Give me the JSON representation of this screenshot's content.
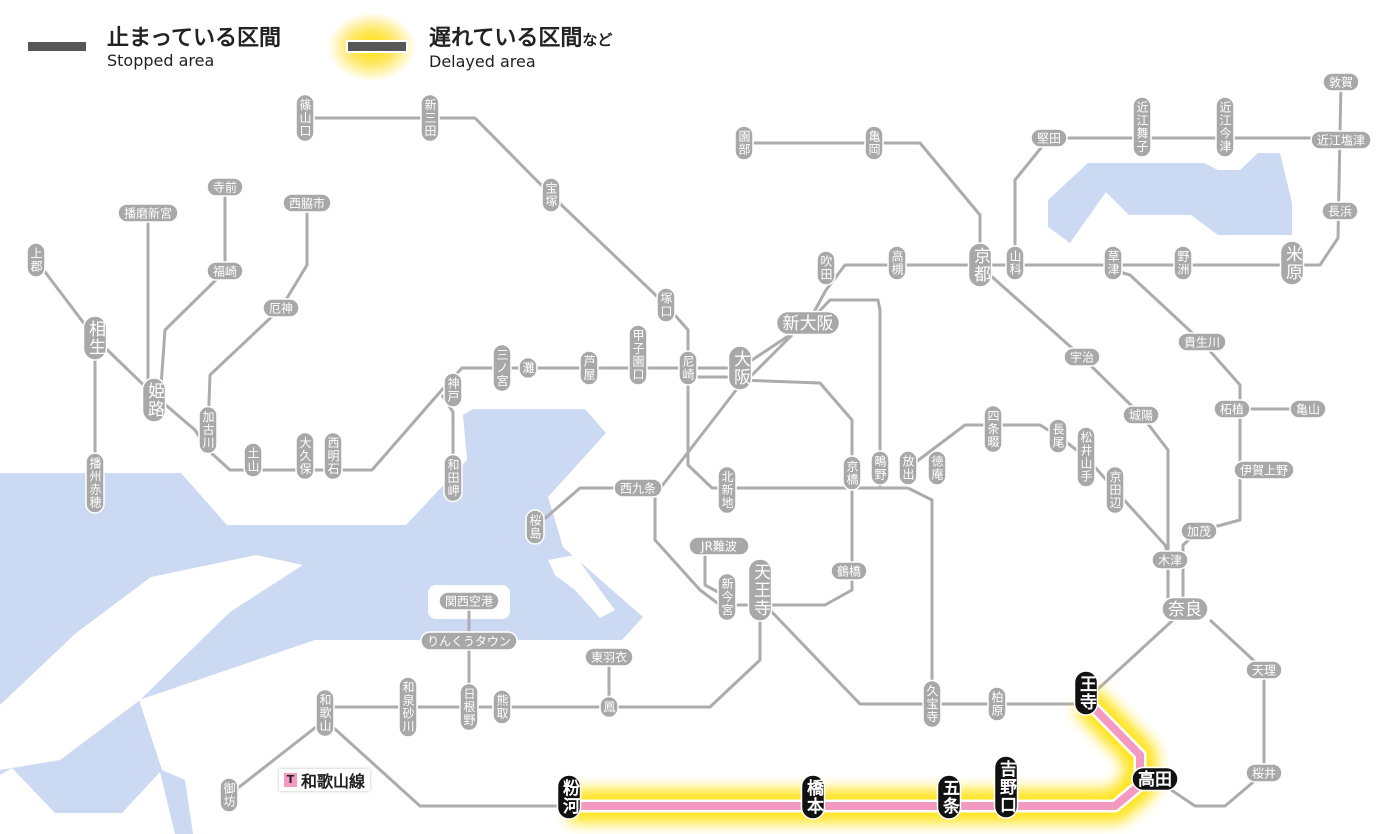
{
  "legend": {
    "stopped_jp": "止まっている区間",
    "stopped_en": "Stopped area",
    "delayed_jp": "遅れている区間",
    "delayed_suffix": "など",
    "delayed_en": "Delayed area"
  },
  "line_label": {
    "badge": "T",
    "name": "和歌山線"
  },
  "colors": {
    "track": "#aeaaae",
    "station": "#a8a8a8",
    "delayed_station": "#111111",
    "delayed_line": "#f49ac1",
    "glow": "#ffe000",
    "water": "#cbd9f2",
    "stopped": "#575757"
  },
  "stations": {
    "sasayamaguchi": "篠山口",
    "shinsanda": "新三田",
    "takarazuka": "宝塚",
    "tsukaguchi": "塚口",
    "amagasaki": "尼崎",
    "osaka": "大阪",
    "shinosaka": "新大阪",
    "suita": "吹田",
    "takatsuki": "高槻",
    "kyoto": "京都",
    "yamashina": "山科",
    "kusatsu": "草津",
    "yasu": "野洲",
    "maibara": "米原",
    "nagahama": "長浜",
    "omishiotsu": "近江塩津",
    "tsuruga": "敦賀",
    "omiimazu": "近江今津",
    "omimaiko": "近江舞子",
    "katata": "堅田",
    "sonobe": "園部",
    "kameoka": "亀岡",
    "uji": "宇治",
    "joyo": "城陽",
    "kibukawa": "貴生川",
    "tsuge": "柘植",
    "kameyama": "亀山",
    "igaueno": "伊賀上野",
    "kamo": "加茂",
    "kizu": "木津",
    "nara": "奈良",
    "tenri": "天理",
    "sakurai": "桜井",
    "takada": "高田",
    "oji": "王寺",
    "kashiwara": "柏原",
    "kyuhoji": "久宝寺",
    "hanaten": "放出",
    "shigino": "鴫野",
    "kyobashi": "京橋",
    "tokuan": "徳庵",
    "shijonawate": "四条畷",
    "nagao": "長尾",
    "matsuiyamate": "松井山手",
    "kyotanabe": "京田辺",
    "tsuruhashi": "鶴橋",
    "tennoji": "天王寺",
    "shinimamiya": "新今宮",
    "jrnamba": "JR難波",
    "kitashinchi": "北新地",
    "nishikujo": "西九条",
    "sakurajima": "桜島",
    "higashihagoromo": "東羽衣",
    "otori": "鳳",
    "kumatori": "熊取",
    "hineno": "日根野",
    "rinku": "りんくうタウン",
    "kix": "関西空港",
    "izumisunagawa": "和泉砂川",
    "wakayama": "和歌山",
    "gobo": "御坊",
    "kokawa": "粉河",
    "hashimoto": "橋本",
    "gojo": "五条",
    "yoshinoguchi": "吉野口",
    "sannomiya": "三ノ宮",
    "nada": "灘",
    "ashiya": "芦屋",
    "koshienguchi": "甲子園口",
    "kobe": "神戸",
    "wadamisaki": "和田岬",
    "nishiakashi": "西明石",
    "okubo": "大久保",
    "tsuchiyama": "土山",
    "kakogawa": "加古川",
    "himeji": "姫路",
    "aioi": "相生",
    "kamigori": "上郡",
    "banshuako": "播州赤穂",
    "harimashingu": "播磨新宮",
    "teramae": "寺前",
    "fukusaki": "福崎",
    "nishiwakishi": "西脇市",
    "yakujin": "厄神"
  },
  "delayed_stations": [
    "kokawa",
    "hashimoto",
    "gojo",
    "yoshinoguchi",
    "takada",
    "oji"
  ]
}
